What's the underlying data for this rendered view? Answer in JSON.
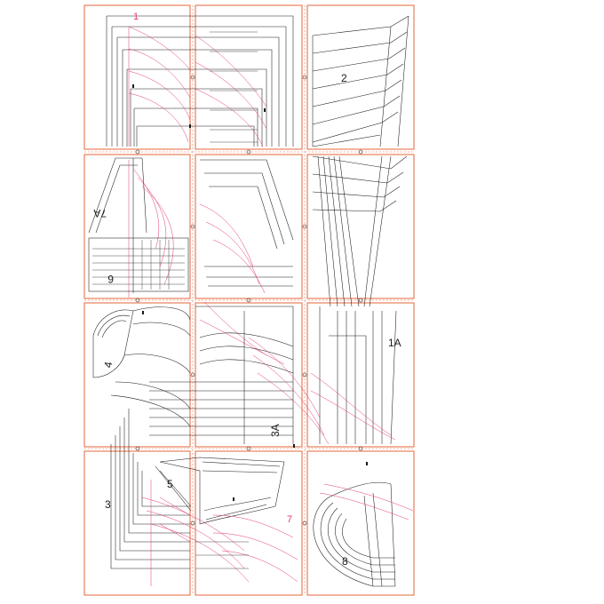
{
  "piece_labels": {
    "p1": "1",
    "p2": "2",
    "p7a": "7A",
    "p6": "6",
    "p4": "4",
    "p1a": "1A",
    "p3a": "3A",
    "p3": "3",
    "p5": "5",
    "p7": "7",
    "p8": "8"
  },
  "colors": {
    "tile_border": "#e8744a",
    "outline": "#1a1a1a",
    "grade_lines": "#e0387a"
  }
}
